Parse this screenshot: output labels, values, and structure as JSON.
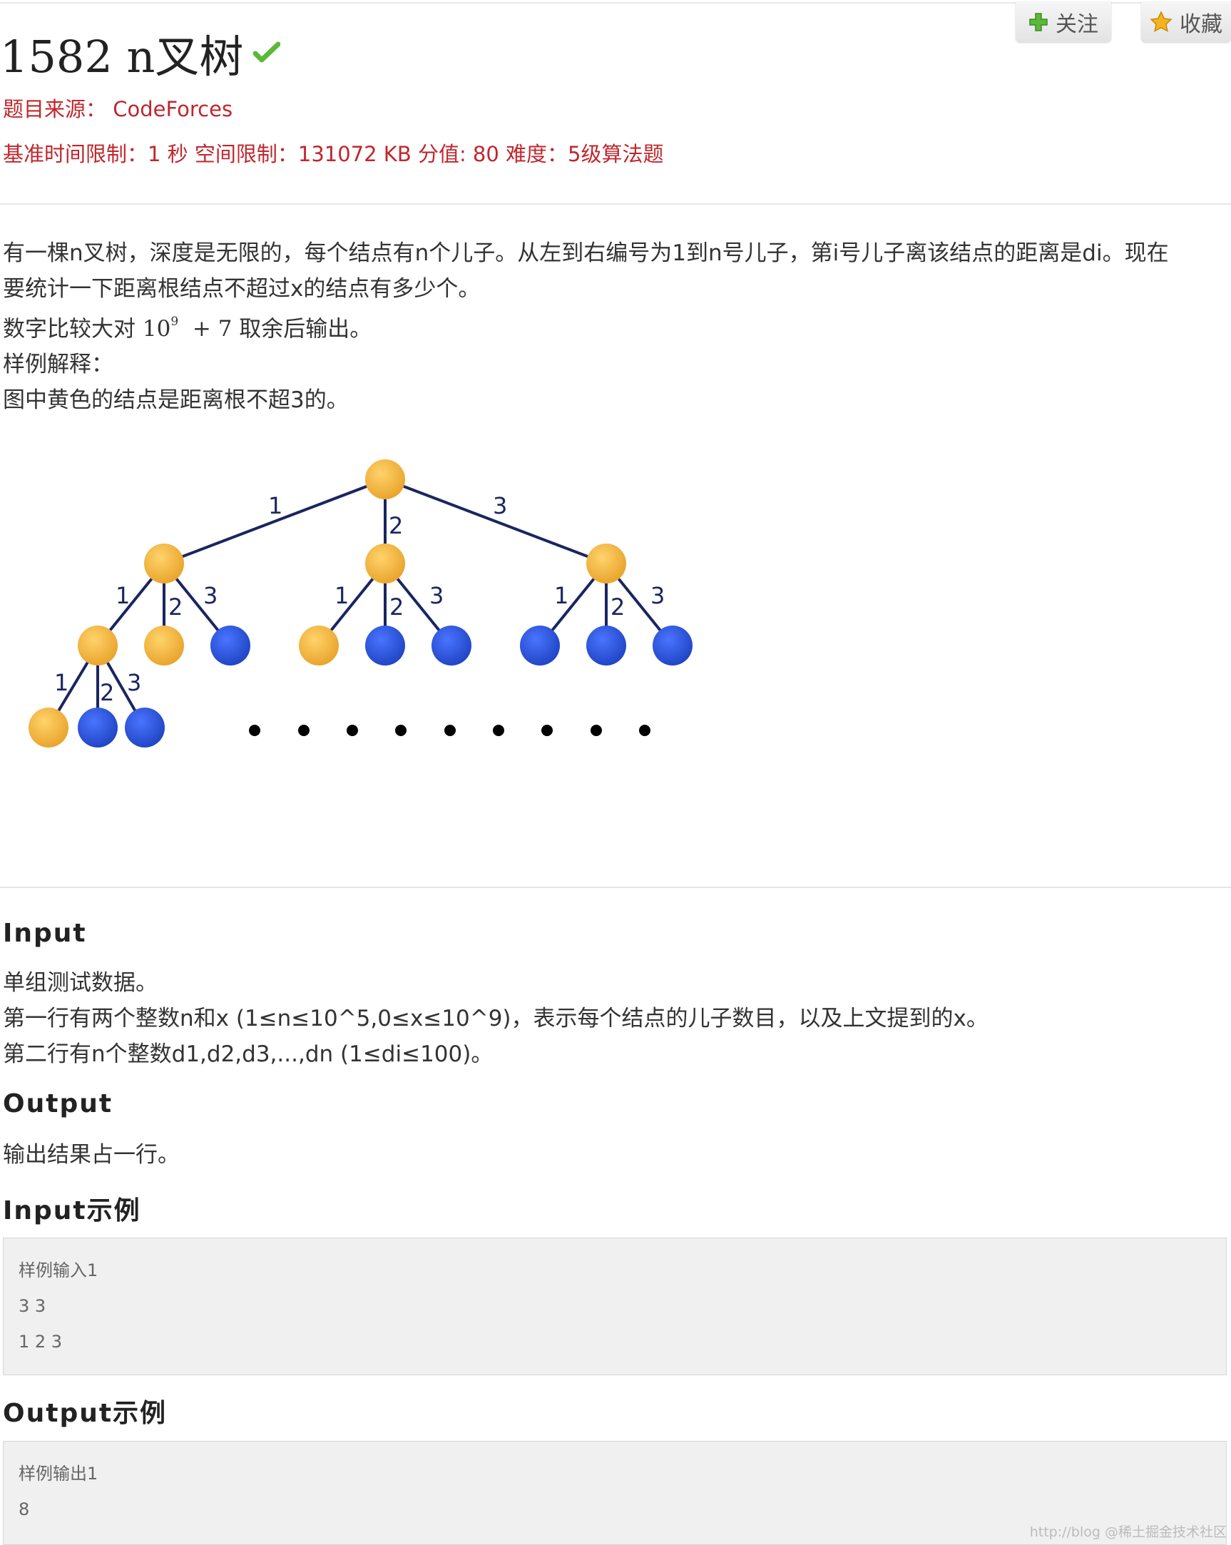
{
  "header": {
    "follow_label": "关注",
    "favorite_label": "收藏"
  },
  "problem": {
    "title": "1582 n叉树",
    "source_label": "题目来源：",
    "source_value": "CodeForces",
    "limits": "基准时间限制：1 秒 空间限制：131072 KB 分值: 80 难度：5级算法题"
  },
  "description": {
    "line1": "有一棵n叉树，深度是无限的，每个结点有n个儿子。从左到右编号为1到n号儿子，第i号儿子离该结点的距离是di。现在",
    "line2": "要统计一下距离根结点不超过x的结点有多少个。",
    "mod_prefix": "数字比较大对",
    "mod_base": "10",
    "mod_exp": "9",
    "mod_plus": "+ 7",
    "mod_suffix": "取余后输出。",
    "sample_explain": "样例解释：",
    "figure_caption": "图中黄色的结点是距离根不超3的。"
  },
  "tree_figure": {
    "yellow_color": "#f2b23c",
    "blue_color": "#2e55d9",
    "edge_color": "#1a2560",
    "root_edge_labels": [
      "1",
      "2",
      "3"
    ],
    "child_edge_labels": [
      "1",
      "2",
      "3"
    ]
  },
  "input": {
    "title": "Input",
    "line1": "单组测试数据。",
    "line2": "第一行有两个整数n和x (1≤n≤10^5,0≤x≤10^9)，表示每个结点的儿子数目，以及上文提到的x。",
    "line3": "第二行有n个整数d1,d2,d3,...,dn (1≤di≤100)。"
  },
  "output": {
    "title": "Output",
    "line1": "输出结果占一行。"
  },
  "input_example": {
    "title": "Input示例",
    "label": "样例输入1",
    "line1": "3 3",
    "line2": "1 2 3"
  },
  "output_example": {
    "title": "Output示例",
    "label": "样例输出1",
    "value": "8"
  },
  "watermark": "http://blog @稀土掘金技术社区"
}
